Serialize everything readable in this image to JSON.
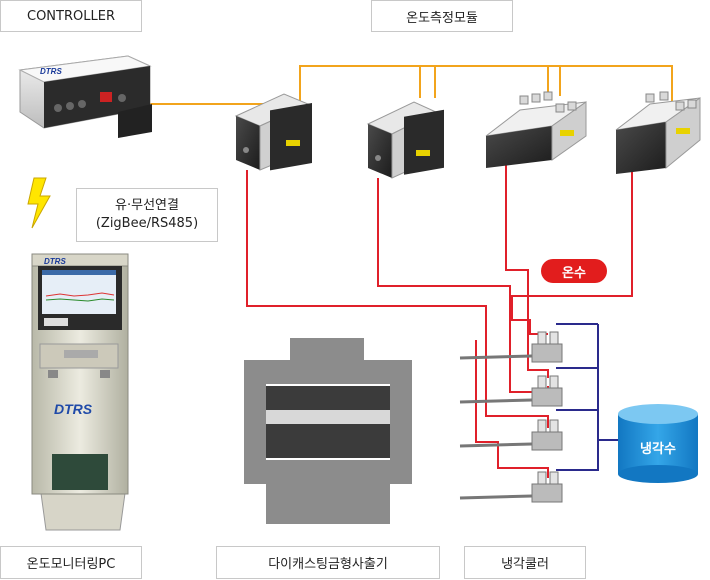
{
  "labels": {
    "controller": "CONTROLLER",
    "temp_module": "온도측정모듈",
    "wireless_line1": "유·무선연결",
    "wireless_line2": "(ZigBee/RS485)",
    "pc": "온도모니터링PC",
    "die_casting": "다이캐스팅금형사출기",
    "cooler": "냉각쿨러"
  },
  "badges": {
    "hot_water": "온수"
  },
  "tank": {
    "label": "냉각수"
  },
  "brand": {
    "name": "DTRS"
  },
  "colors": {
    "comm_line": "#f2a41c",
    "hot_line": "#e0202a",
    "cool_line": "#2a2a8c",
    "tank": "#1b8fd6",
    "bolt": "#ffe600",
    "badge": "#e21d1d",
    "machine": "#8c8c8c"
  }
}
